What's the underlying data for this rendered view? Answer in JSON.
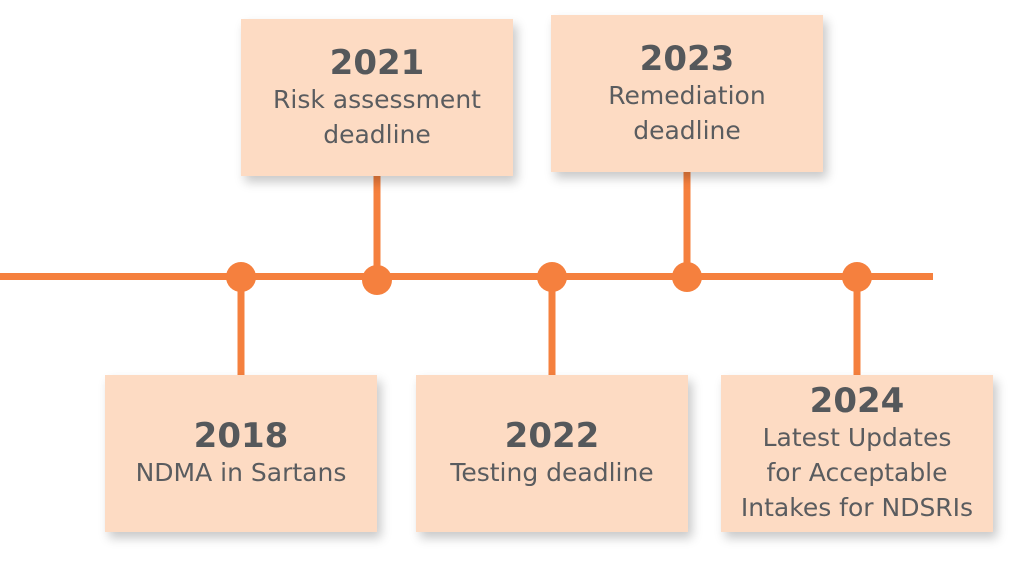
{
  "colors": {
    "line": "#f5803e",
    "box_fill": "#fddbc3",
    "text": "#55585b"
  },
  "events": [
    {
      "year": "2018",
      "label_lines": [
        "NDMA in Sartans"
      ],
      "position": "below"
    },
    {
      "year": "2021",
      "label_lines": [
        "Risk assessment",
        "deadline"
      ],
      "position": "above"
    },
    {
      "year": "2022",
      "label_lines": [
        "Testing deadline"
      ],
      "position": "below"
    },
    {
      "year": "2023",
      "label_lines": [
        "Remediation",
        "deadline"
      ],
      "position": "above"
    },
    {
      "year": "2024",
      "label_lines": [
        "Latest Updates",
        "for Acceptable",
        "Intakes for NDSRIs"
      ],
      "position": "below"
    }
  ]
}
